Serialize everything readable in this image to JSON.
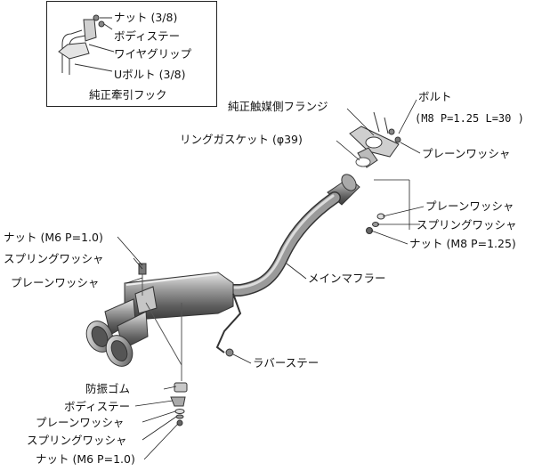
{
  "inset": {
    "title": "純正牽引フック",
    "labels": {
      "nut": "ナット (3/8)",
      "body_stay": "ボディステー",
      "wire_grip": "ワイヤグリップ",
      "u_bolt": "Uボルト (3/8)"
    }
  },
  "front": {
    "flange": "純正触媒側フランジ",
    "bolt": "ボルト",
    "bolt_spec": "(M8 P=1.25 L=30 )",
    "plain_washer": "プレーンワッシャ",
    "ring_gasket": "リングガスケット (φ39)"
  },
  "stay_right": {
    "plain_washer": "プレーンワッシャ",
    "spring_washer": "スプリングワッシャ",
    "nut": "ナット (M8 P=1.25)"
  },
  "main": {
    "muffler": "メインマフラー",
    "rubber_stay": "ラバーステー"
  },
  "hanger_left": {
    "nut": "ナット (M6 P=1.0)",
    "spring_washer": "スプリングワッシャ",
    "plain_washer": "プレーンワッシャ"
  },
  "hanger_bottom": {
    "rubber": "防振ゴム",
    "body_stay": "ボディステー",
    "plain_washer": "プレーンワッシャ",
    "spring_washer": "スプリングワッシャ",
    "nut": "ナット (M6 P=1.0)"
  }
}
